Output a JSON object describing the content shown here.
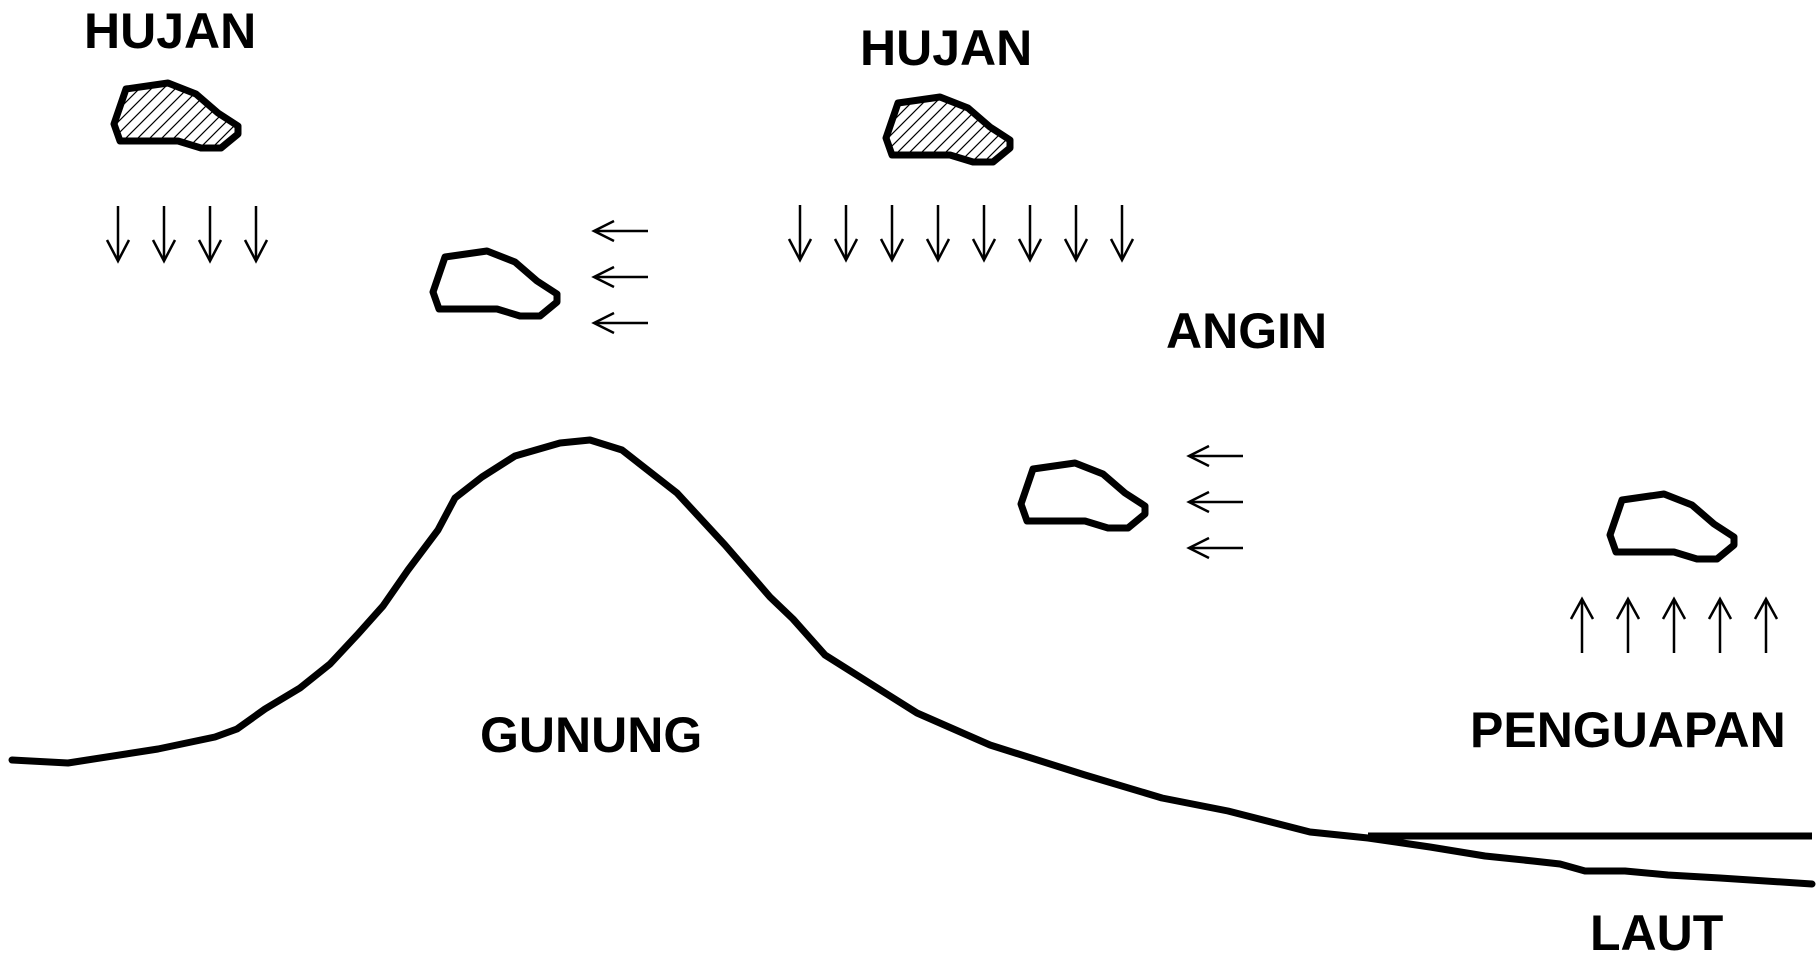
{
  "labels": {
    "rain_left": "HUJAN",
    "rain_center": "HUJAN",
    "wind": "ANGIN",
    "mountain": "GUNUNG",
    "evaporation": "PENGUAPAN",
    "sea": "LAUT"
  },
  "colors": {
    "stroke": "#000000",
    "background": "#ffffff"
  },
  "icons": {
    "rain_cloud": "hatched-rain-cloud-icon",
    "plain_cloud": "cloud-icon",
    "rain_arrow": "arrow-down-icon",
    "wind_arrow": "arrow-left-icon",
    "evaporation_arrow": "arrow-up-icon"
  }
}
